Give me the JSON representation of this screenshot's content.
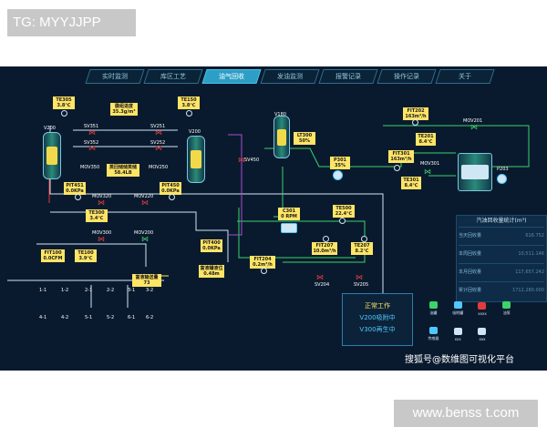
{
  "watermarks": {
    "top": "TG: MYYJJPP",
    "bottom": "www.benss t.com",
    "sohu": "搜狐号@数维图可视化平台"
  },
  "tabs": [
    "实时监测",
    "库区工艺",
    "油气回收",
    "发油监测",
    "报警记录",
    "操作记录",
    "关于"
  ],
  "active_tab": 2,
  "tags": {
    "te305": [
      "TE305",
      "3.8℃"
    ],
    "mid_top": [
      "膜组进度",
      "35.3g/m³"
    ],
    "te150": [
      "TE150",
      "3.8℃"
    ],
    "mid_low": [
      "蒸回储储蒸储",
      "58.4LB"
    ],
    "pit451": [
      "PIT451",
      "0.0KPa"
    ],
    "pit450": [
      "PIT450",
      "0.0KPa"
    ],
    "te300": [
      "TE300",
      "3.4℃"
    ],
    "pit100": [
      "FIT100",
      "0.0CFM"
    ],
    "te100": [
      "TE100",
      "3.9℃"
    ],
    "pit400": [
      "PIT400",
      "0.0KPa"
    ],
    "level": [
      "富液罐液位",
      "0.48m"
    ],
    "lt300": [
      "LT300",
      "50%"
    ],
    "p301": [
      "P301",
      "35%"
    ],
    "c301": [
      "C301",
      "0 RPM"
    ],
    "te500": [
      "TE500",
      "22.4℃"
    ],
    "fit207": [
      "FIT207",
      "10.0m³/h"
    ],
    "te207": [
      "TE207",
      "8.2℃"
    ],
    "fit204": [
      "FIT204",
      "0.2m³/h"
    ],
    "fit202": [
      "FIT202",
      "163m³/h"
    ],
    "te201": [
      "TE201",
      "8.4℃"
    ],
    "fit301": [
      "FIT301",
      "163m³/h"
    ],
    "te301": [
      "TE301",
      "8.4℃"
    ],
    "bottom_tag": [
      "富液输送量",
      "73"
    ]
  },
  "labels": {
    "v200l": "V200",
    "v200r": "V200",
    "v180": "V180",
    "sv351": "SV351",
    "sv352": "SV352",
    "mov350": "MOV350",
    "sv251": "SV251",
    "sv252": "SV252",
    "mov250": "MOV250",
    "mov320": "MOV320",
    "mov220": "MOV220",
    "mov300": "MOV300",
    "mov200": "MOV200",
    "sv450": "SV450",
    "mov301": "MOV301",
    "mov201": "MOV201",
    "p203": "P203",
    "sv204": "SV204",
    "sv205": "SV205"
  },
  "grid": {
    "row1": [
      "1-1",
      "1-2",
      "2-1",
      "2-2",
      "3-1",
      "3-2"
    ],
    "row2": [
      "4-1",
      "4-2",
      "5-1",
      "5-2",
      "6-1",
      "6-2"
    ]
  },
  "stats": {
    "title": "汽油回收量统计(m³)",
    "rows": [
      {
        "k": "当天回收量",
        "v": "616.752"
      },
      {
        "k": "本周回收量",
        "v": "10,511.146"
      },
      {
        "k": "本月回收量",
        "v": "117,657.242"
      },
      {
        "k": "累计回收量",
        "v": "1712,280.000"
      }
    ]
  },
  "status": {
    "title": "正常工作",
    "lines": [
      "V200吸附中",
      "V300再生中"
    ]
  },
  "legend": [
    {
      "label": "油罐",
      "color": "#3bd36a"
    },
    {
      "label": "吸附罐",
      "color": "#4fc8ff"
    },
    {
      "label": "xxxx",
      "color": "#e33b3b"
    },
    {
      "label": "油泵",
      "color": "#3bd36a"
    },
    {
      "label": "",
      "color": "#000000"
    },
    {
      "label": "传感器",
      "color": "#4fc8ff"
    },
    {
      "label": "xxx",
      "color": "#cfe6f5"
    },
    {
      "label": "xxx",
      "color": "#cfe6f5"
    },
    {
      "label": "",
      "color": "#000000"
    },
    {
      "label": "",
      "color": "#000000"
    }
  ]
}
